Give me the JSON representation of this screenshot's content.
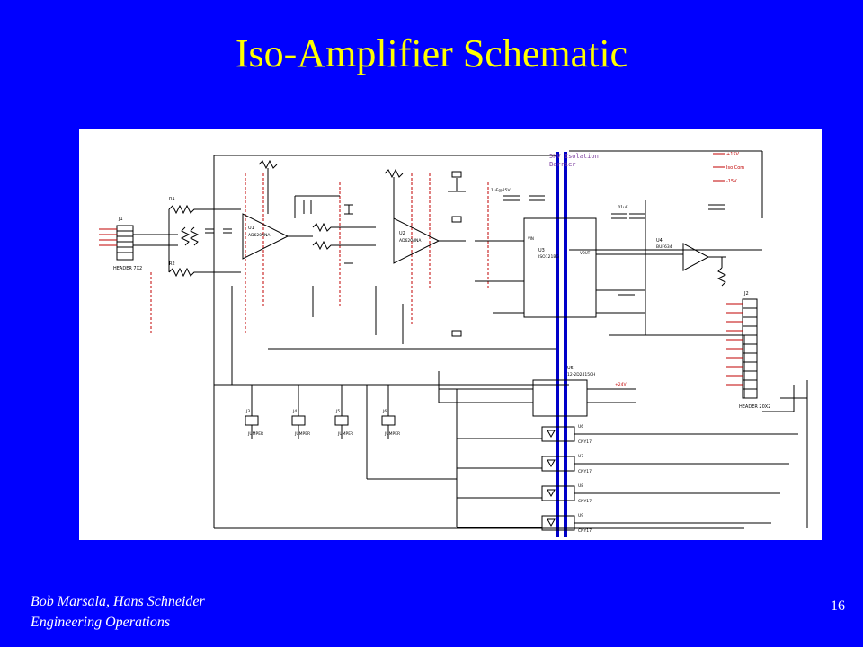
{
  "slide": {
    "title": "Iso-Amplifier Schematic",
    "author": "Bob Marsala, Hans Schneider",
    "department": "Engineering Operations",
    "page_number": "16"
  },
  "schematic": {
    "isolation_label_1": "5KV Isolation",
    "isolation_label_2": "Barrier",
    "j1_label": "J1",
    "j1_type": "HEADER 7X2",
    "j2_label": "J2",
    "j2_type": "HEADER 20X2",
    "r1": "R1",
    "r2": "R2",
    "u1": "U1",
    "u1_part": "AD620/INA",
    "u2": "U2",
    "u2_part": "AD620/INA",
    "u3": "U3",
    "u3_part": "ISO121BG",
    "u4": "U4",
    "u4_part": "BUF634",
    "u5": "U5",
    "u5_part": "12-2D24150H",
    "opto_part": "CNY17",
    "jumper_label": "JUMPER",
    "jumpers": [
      "J3",
      "J4",
      "J5",
      "J6"
    ],
    "opto_refs": [
      "U6",
      "U7",
      "U8",
      "U9"
    ],
    "net_p15v": "+15V",
    "net_m15v": "-15V",
    "net_p24v": "+24V",
    "net_iso": "Iso Com",
    "net_vout": "VOUT",
    "net_vin": "VIN",
    "cap_1uf": "1uF@25V",
    "cap_01uf": ".01uF"
  },
  "colors": {
    "background": "#0000FF",
    "title": "#FFFF00",
    "footer_text": "#FFFFFF",
    "wire_black": "#000000",
    "wire_blue": "#0000C8",
    "wire_red": "#C00000",
    "label_purple": "#7A3C9E"
  }
}
